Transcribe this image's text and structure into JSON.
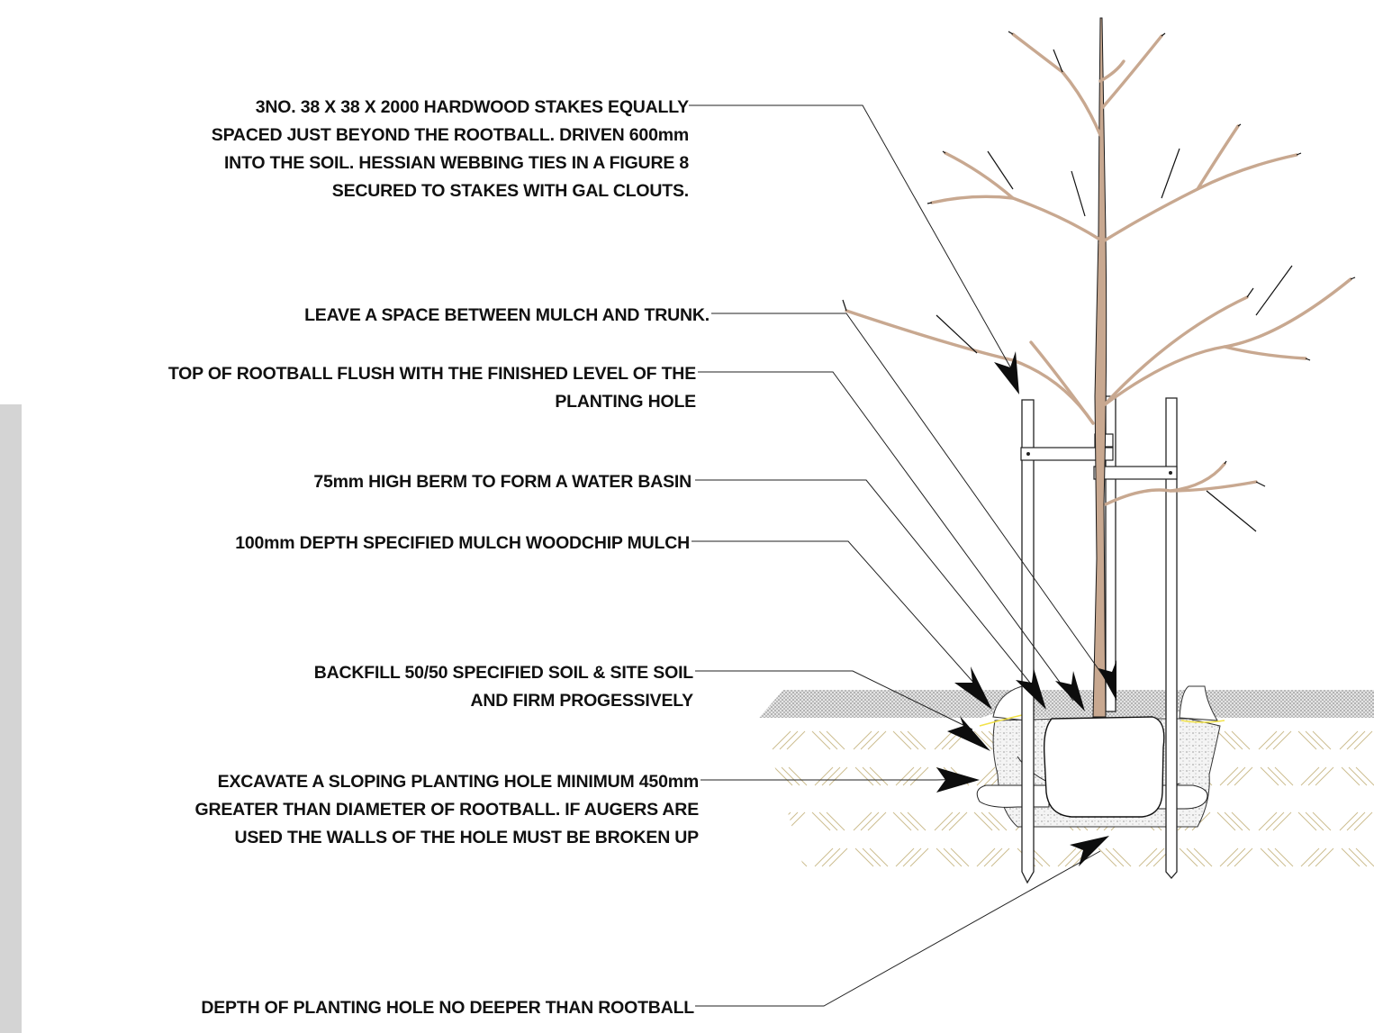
{
  "labels": {
    "stakes": [
      "3NO. 38 X 38 X 2000 HARDWOOD STAKES EQUALLY",
      "SPACED JUST BEYOND THE ROOTBALL. DRIVEN 600mm",
      "INTO THE SOIL. HESSIAN WEBBING TIES IN A FIGURE 8",
      "SECURED TO STAKES WITH GAL CLOUTS."
    ],
    "mulch_space": [
      "LEAVE A SPACE BETWEEN MULCH AND TRUNK."
    ],
    "rootball_top": [
      "TOP OF ROOTBALL FLUSH WITH THE FINISHED LEVEL OF THE",
      "PLANTING HOLE"
    ],
    "berm": [
      "75mm HIGH BERM TO FORM A WATER BASIN"
    ],
    "mulch_depth": [
      "100mm DEPTH SPECIFIED MULCH WOODCHIP MULCH"
    ],
    "backfill": [
      "BACKFILL 50/50 SPECIFIED SOIL & SITE SOIL",
      "AND FIRM PROGESSIVELY"
    ],
    "excavate": [
      "EXCAVATE A SLOPING PLANTING HOLE MINIMUM 450mm",
      "GREATER THAN DIAMETER OF ROOTBALL. IF AUGERS ARE",
      "USED THE WALLS OF THE HOLE MUST BE BROKEN UP"
    ],
    "depth": [
      "DEPTH OF PLANTING HOLE NO DEEPER THAN ROOTBALL"
    ]
  },
  "colors": {
    "tree": "#c8a890",
    "soil_hatch": "#c9b98a",
    "mulch_fill": "#d0d0d0",
    "rootball_fill": "#ffffff",
    "sidebar": "#d4d4d4",
    "root_highlight": "#f2e24a"
  }
}
